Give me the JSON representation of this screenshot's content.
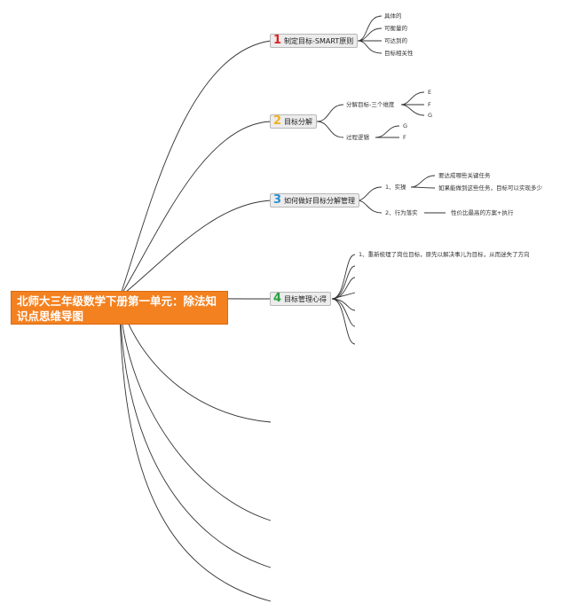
{
  "root": {
    "title": "北师大三年级数学下册第一单元：除法知识点思维导图"
  },
  "branches": [
    {
      "num": "1",
      "num_color": "#e02020",
      "label": "制定目标-SMART原则",
      "children": [
        "具体的",
        "可衡量的",
        "可达到的",
        "目标相关性"
      ]
    },
    {
      "num": "2",
      "num_color": "#f0b020",
      "label": "目标分解",
      "children": [
        {
          "label": "分解目标-三个维度",
          "children": [
            "E",
            "F",
            "G"
          ]
        },
        {
          "label": "过程逻辑",
          "children": [
            "G",
            "F"
          ]
        }
      ]
    },
    {
      "num": "3",
      "num_color": "#2a8fd0",
      "label": "如何做好目标分解管理",
      "children": [
        {
          "label": "1、实操",
          "children": [
            "要达成哪些关键任务",
            "如果能做到这些任务，目标可以实现多少"
          ]
        },
        {
          "label": "2、行为落实",
          "children": [
            "性价比最高的方案+执行"
          ]
        }
      ]
    },
    {
      "num": "4",
      "num_color": "#28a040",
      "label": "目标管理心得",
      "children": [
        "1、重新梳理了岗位目标，原先以解决事儿为目标，从而迷失了方向"
      ]
    }
  ],
  "colors": {
    "root_bg": "#f48120",
    "node_bg": "#ececec",
    "line": "#333333"
  }
}
